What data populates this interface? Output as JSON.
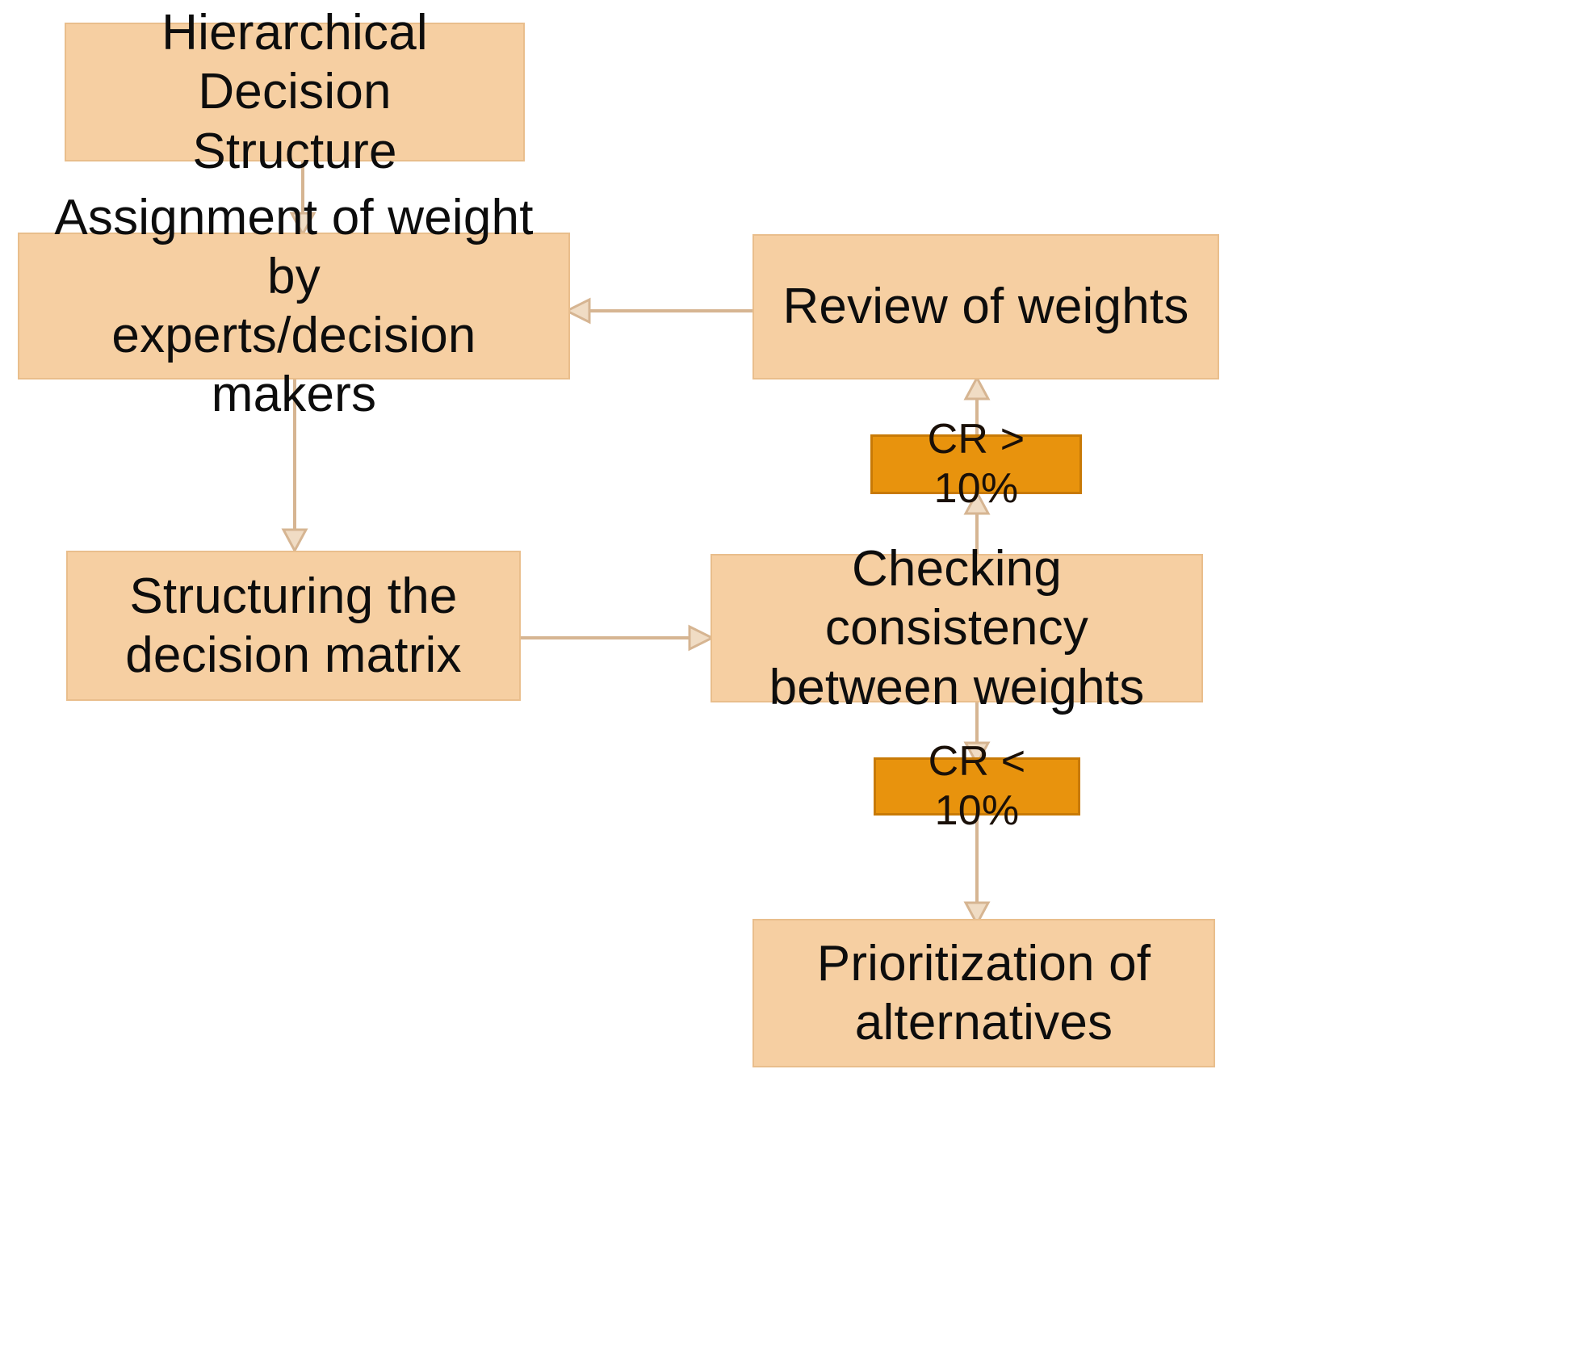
{
  "diagram": {
    "title": "AHP decision flowchart",
    "colors": {
      "process_fill": "#F6CFA2",
      "process_border": "#E9BE8C",
      "condition_fill": "#E8930D",
      "condition_border": "#C87A06",
      "arrow": "#D6B592",
      "text": "#0d0d0d",
      "background": "#ffffff"
    },
    "nodes": [
      {
        "id": "hierarchical-decision-structure",
        "label": "Hierarchical Decision\nStructure",
        "type": "process"
      },
      {
        "id": "assignment-of-weight",
        "label": "Assignment of weight by\nexperts/decision makers",
        "type": "process"
      },
      {
        "id": "review-of-weights",
        "label": "Review of weights",
        "type": "process"
      },
      {
        "id": "cr-greater-than-10",
        "label": "CR > 10%",
        "type": "condition"
      },
      {
        "id": "structuring-the-decision-matrix",
        "label": "Structuring the\ndecision matrix",
        "type": "process"
      },
      {
        "id": "checking-consistency",
        "label": "Checking consistency\nbetween weights",
        "type": "process"
      },
      {
        "id": "cr-less-than-10",
        "label": "CR < 10%",
        "type": "condition"
      },
      {
        "id": "prioritization-of-alternatives",
        "label": "Prioritization of\nalternatives",
        "type": "process"
      }
    ],
    "edges": [
      {
        "id": "edge-structure-to-assignment",
        "from": "hierarchical-decision-structure",
        "to": "assignment-of-weight",
        "direction": "down"
      },
      {
        "id": "edge-assignment-to-matrix",
        "from": "assignment-of-weight",
        "to": "structuring-the-decision-matrix",
        "direction": "down"
      },
      {
        "id": "edge-matrix-to-checking",
        "from": "structuring-the-decision-matrix",
        "to": "checking-consistency",
        "direction": "right"
      },
      {
        "id": "edge-checking-to-cr-high",
        "from": "checking-consistency",
        "to": "cr-greater-than-10",
        "direction": "up"
      },
      {
        "id": "edge-cr-high-to-review",
        "from": "cr-greater-than-10",
        "to": "review-of-weights",
        "direction": "up"
      },
      {
        "id": "edge-review-to-assignment",
        "from": "review-of-weights",
        "to": "assignment-of-weight",
        "direction": "left"
      },
      {
        "id": "edge-checking-to-cr-low",
        "from": "checking-consistency",
        "to": "cr-less-than-10",
        "direction": "down"
      },
      {
        "id": "edge-cr-low-to-prioritization",
        "from": "cr-less-than-10",
        "to": "prioritization-of-alternatives",
        "direction": "down"
      }
    ]
  }
}
